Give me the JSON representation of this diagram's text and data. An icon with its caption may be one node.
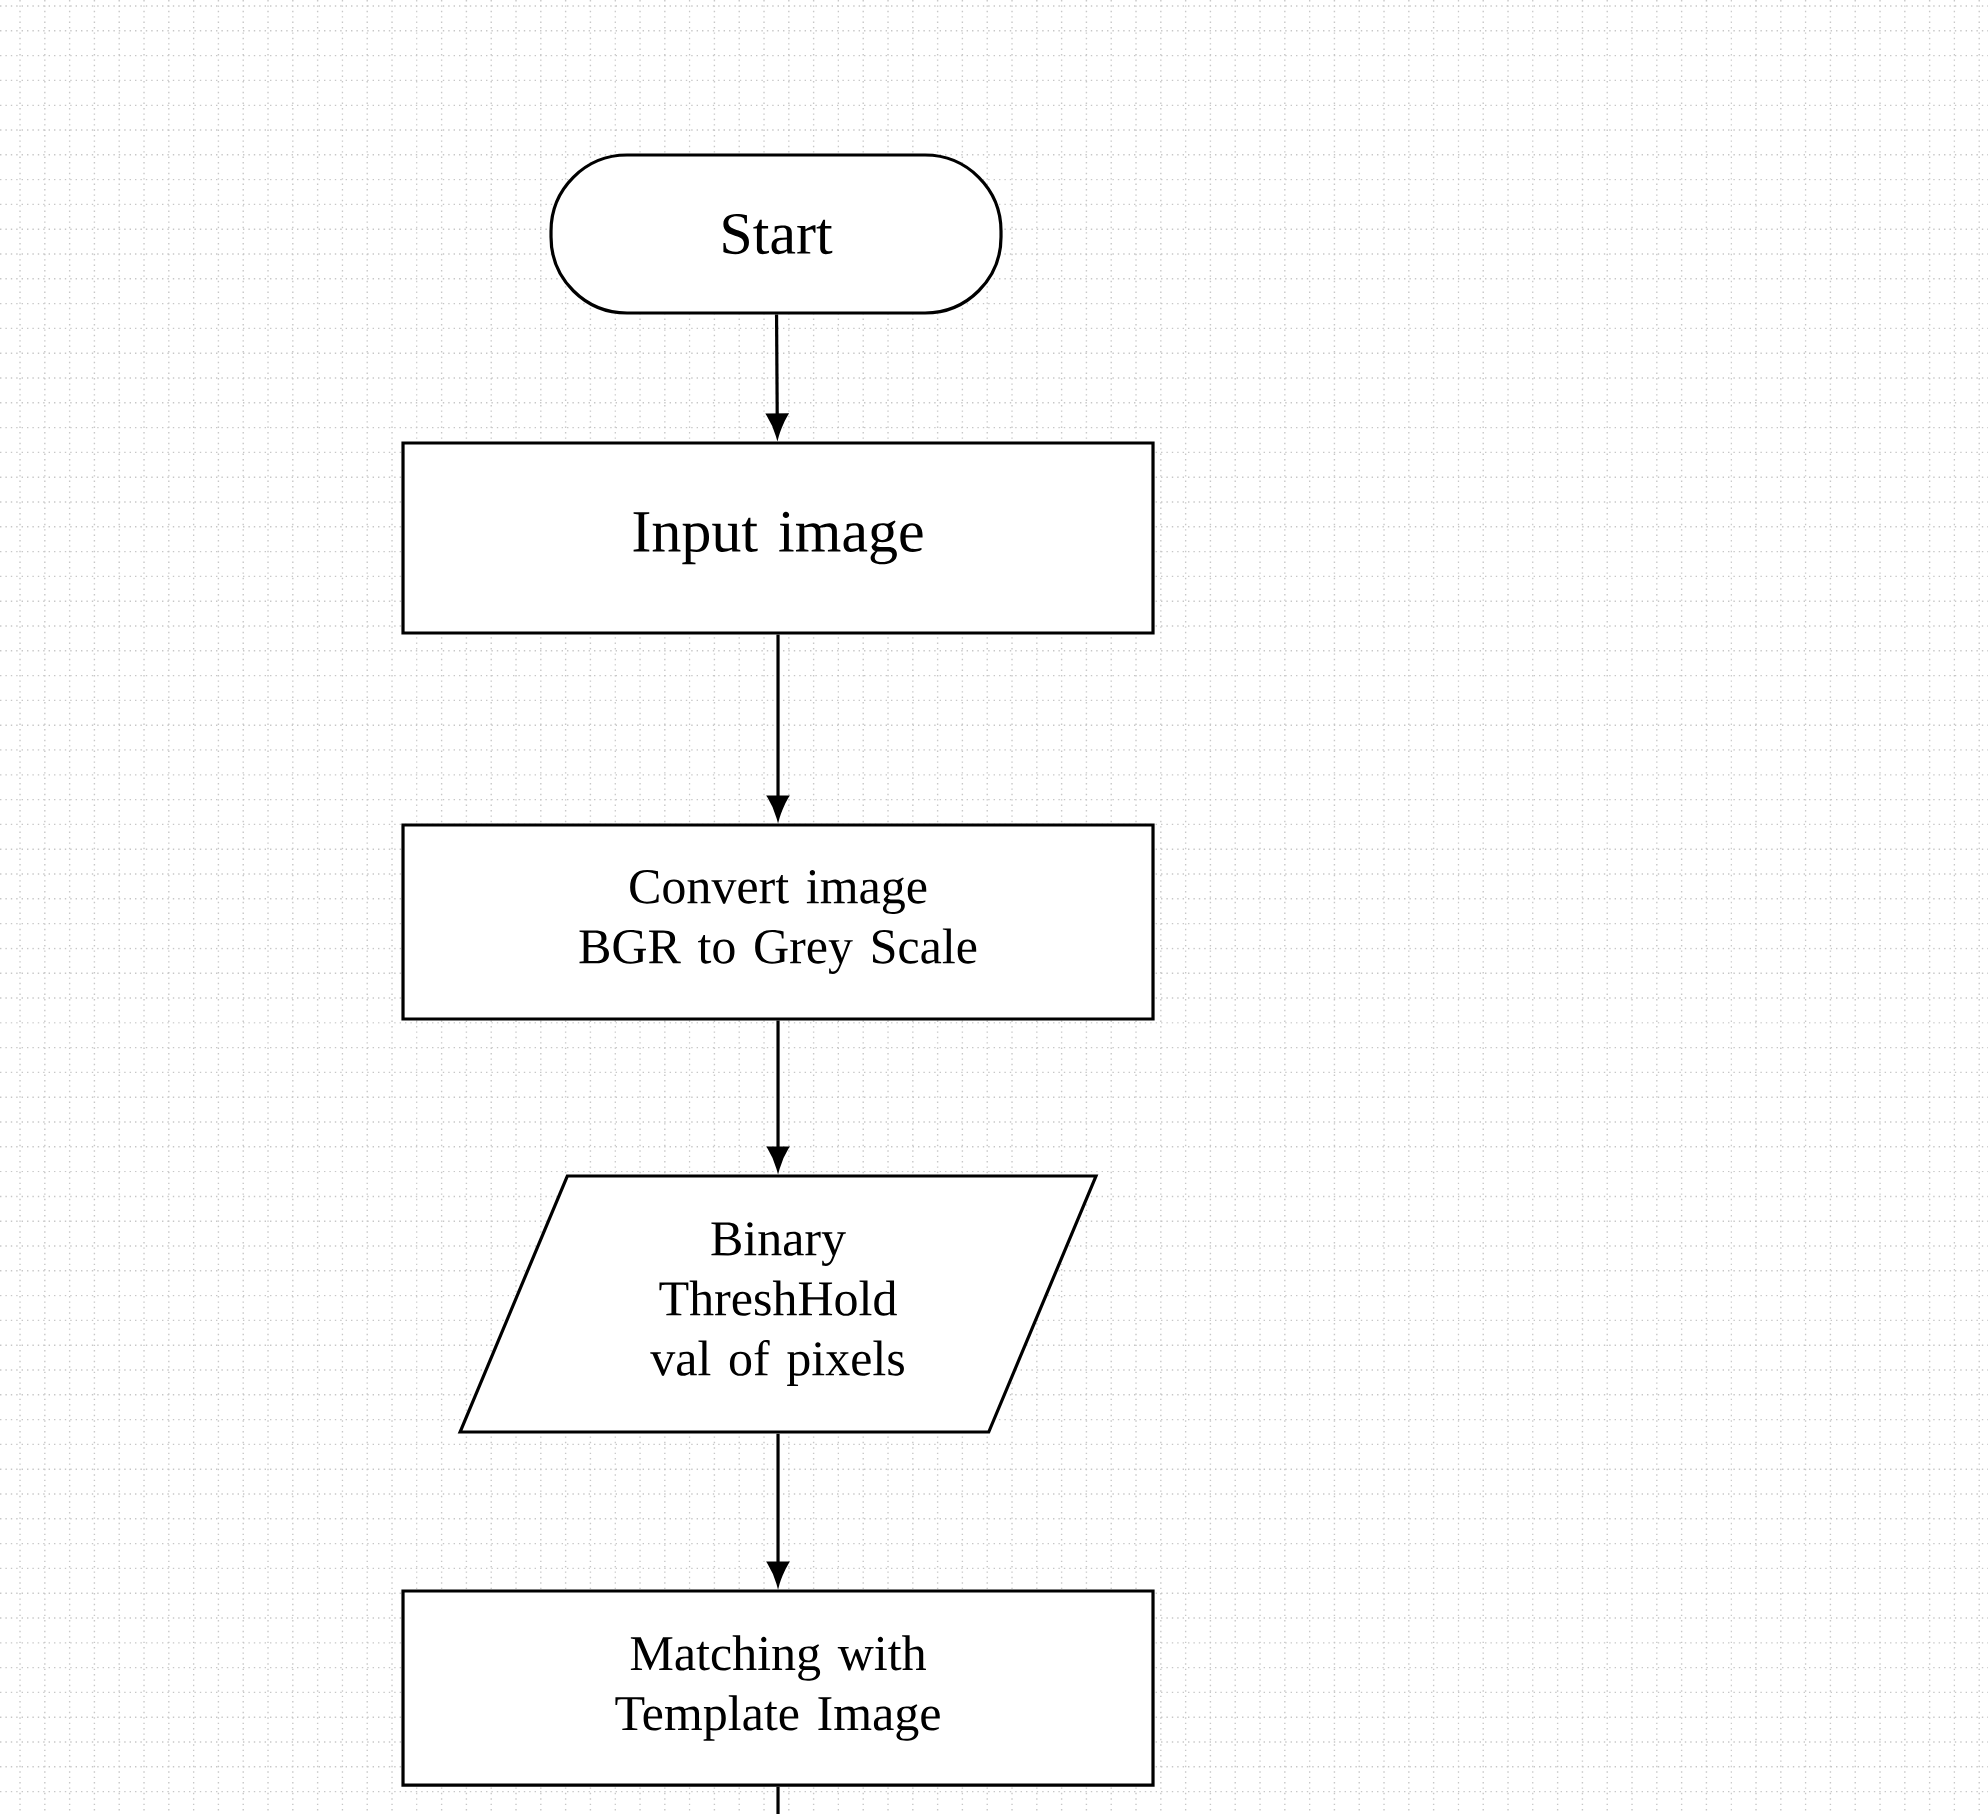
{
  "diagram": {
    "nodes": [
      {
        "text": [
          "Start"
        ]
      },
      {
        "text": [
          "Input image"
        ]
      },
      {
        "text": [
          "Convert image BGR to Grey Scale"
        ]
      },
      {
        "text": [
          "Binary ThreshHold val of pixels"
        ]
      },
      {
        "text": [
          "Matching with Template Image"
        ]
      }
    ],
    "edges": [
      {
        "from": 0,
        "to": 1,
        "arrow": "to"
      },
      {
        "from": 1,
        "to": 2,
        "arrow": "to"
      },
      {
        "from": 2,
        "to": 3,
        "arrow": "to"
      },
      {
        "from": 3,
        "to": 4,
        "arrow": "to"
      },
      {
        "from": 4,
        "to": null,
        "arrow": "none"
      }
    ]
  }
}
